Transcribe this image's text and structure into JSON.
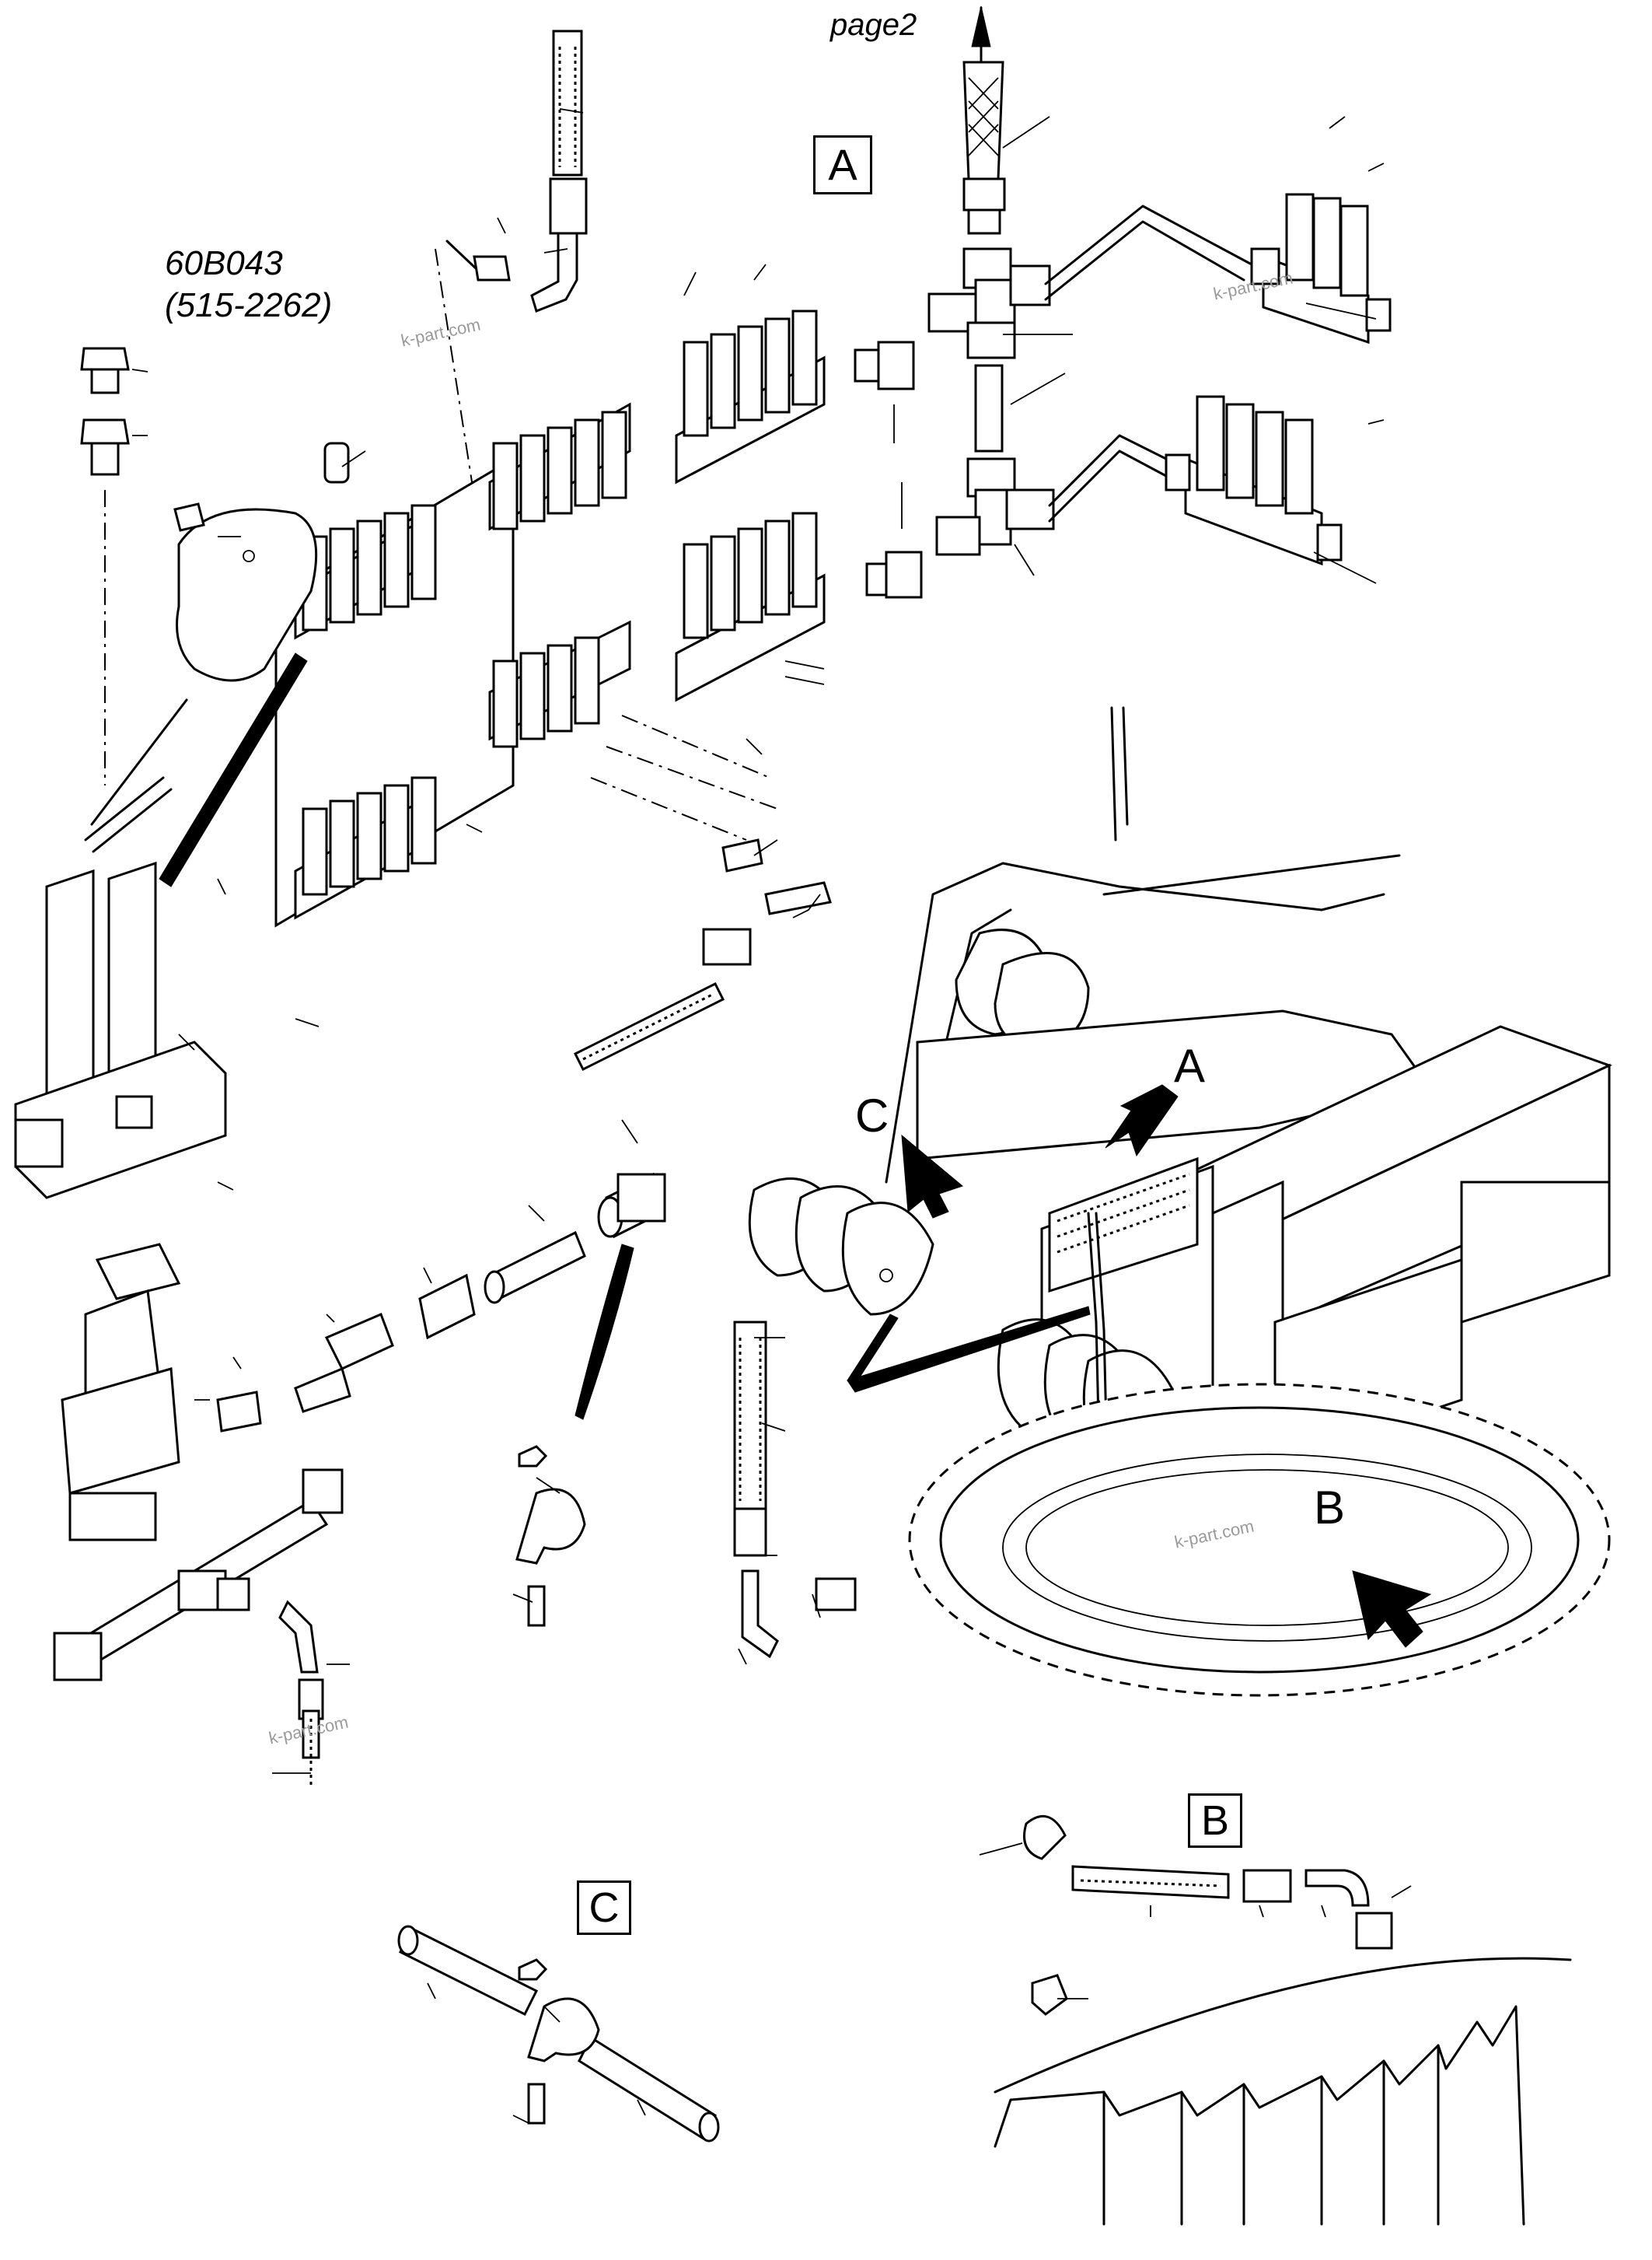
{
  "header": {
    "page_reference": "page2"
  },
  "part": {
    "number": "60B043",
    "sub_number": "(515-2262)"
  },
  "views": {
    "A": {
      "box_label": "A",
      "callout_label": "A"
    },
    "B": {
      "box_label": "B",
      "callout_label": "B"
    },
    "C": {
      "box_label": "C",
      "callout_label": "C"
    }
  },
  "watermarks": [
    "k-part.com",
    "k-part.com",
    "k-part.com",
    "k-part.com"
  ]
}
